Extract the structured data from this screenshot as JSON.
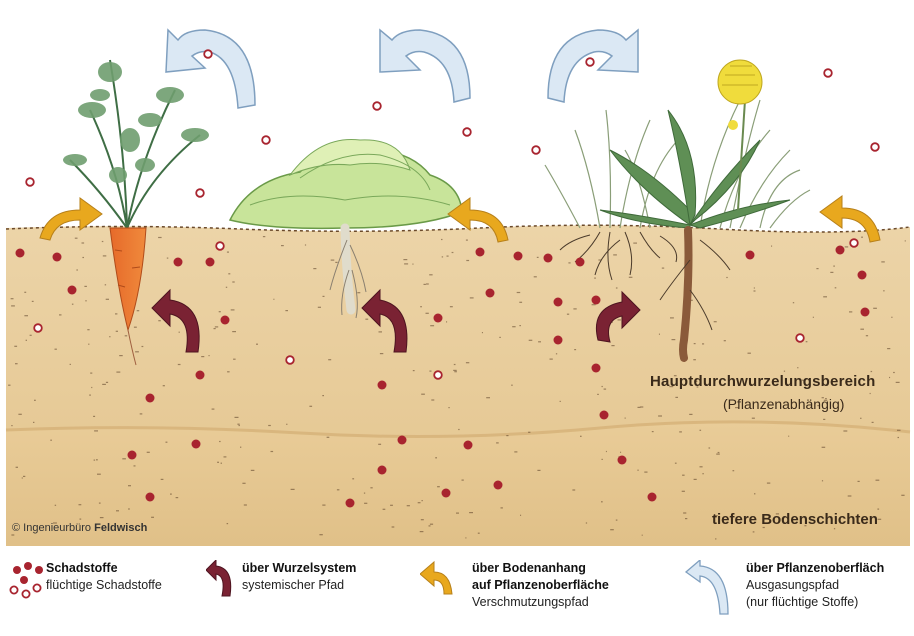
{
  "zones": {
    "main_title": "Hauptdurchwurzelungsbereich",
    "main_subtitle": "(Pflanzenabhängig)",
    "deep_title": "tiefere Bodenschichten"
  },
  "copyright": {
    "prefix": "© Ingenieurbüro",
    "name": "Feldwisch"
  },
  "legend": {
    "pollutants": {
      "line1": "Schadstoffe",
      "line2": "flüchtige Schadstoffe"
    },
    "root": {
      "line1": "über Wurzelsystem",
      "line2": "systemischer Pfad"
    },
    "soil": {
      "line1": "über Bodenanhang",
      "line2": "auf Pflanzenoberfläche",
      "line3": "Verschmutzungspfad"
    },
    "surface": {
      "line1": "über Pflanzenoberfläch",
      "line2": "Ausgasungspfad",
      "line3": "(nur flüchtige Stoffe)"
    }
  },
  "colors": {
    "soil_top": "#e9cfa0",
    "soil_deep": "#e3c48f",
    "pollutant": "#a8242f",
    "root_arrow": "#7a2233",
    "soil_arrow": "#e8a81e",
    "surface_arrow": "#dbe8f4"
  },
  "plants": [
    "carrot-icon",
    "lettuce-icon",
    "dandelion-grass-icon"
  ]
}
